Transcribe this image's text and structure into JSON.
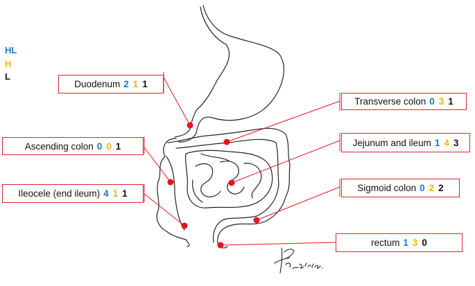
{
  "colors": {
    "hl": "#1a78c2",
    "h": "#f0b800",
    "l": "#111111",
    "marker": "#e8141c",
    "box_border": "#d9262b"
  },
  "legend": {
    "hl": "HL",
    "h": "H",
    "l": "L"
  },
  "labels": {
    "duodenum": {
      "name": "Duodenum",
      "hl": "2",
      "h": "1",
      "l": "1"
    },
    "transverse": {
      "name": "Transverse colon",
      "hl": "0",
      "h": "3",
      "l": "1"
    },
    "ascending": {
      "name": "Ascending colon",
      "hl": "0",
      "h": "0",
      "l": "1"
    },
    "jejunum": {
      "name": "Jejunum and ileum",
      "hl": "1",
      "h": "4",
      "l": "3"
    },
    "ileocele": {
      "name": "Ileocele (end ileum)",
      "hl": "4",
      "h": "1",
      "l": "1"
    },
    "sigmoid": {
      "name": "Sigmoid colon",
      "hl": "0",
      "h": "2",
      "l": "2"
    },
    "rectum": {
      "name": "rectum",
      "hl": "1",
      "h": "3",
      "l": "0"
    }
  },
  "signature": {
    "text": "2011.6.25."
  }
}
